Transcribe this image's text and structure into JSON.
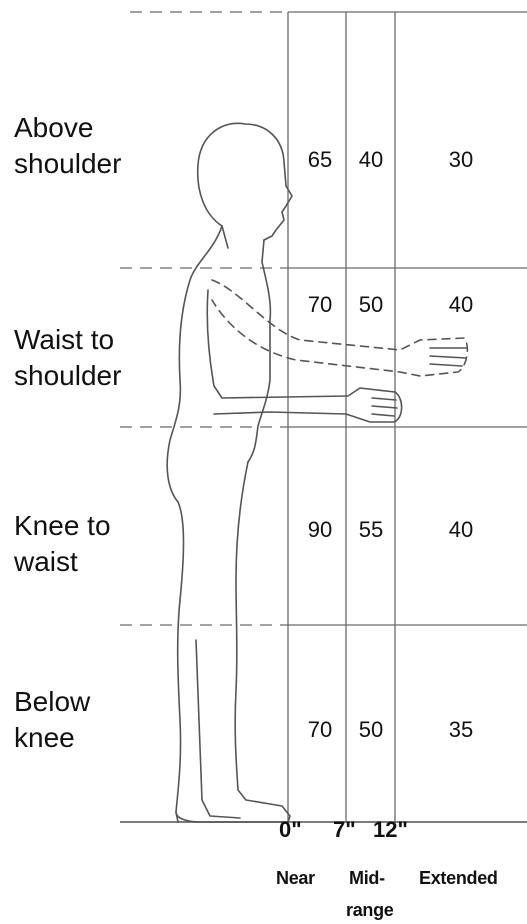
{
  "zones": [
    {
      "line1": "Above",
      "line2": "shoulder",
      "values": [
        "65",
        "40",
        "30"
      ]
    },
    {
      "line1": "Waist to",
      "line2": "shoulder",
      "values": [
        "70",
        "50",
        "40"
      ]
    },
    {
      "line1": "Knee to",
      "line2": "waist",
      "values": [
        "90",
        "55",
        "40"
      ]
    },
    {
      "line1": "Below",
      "line2": "knee",
      "values": [
        "70",
        "50",
        "35"
      ]
    }
  ],
  "distances": [
    "0\"",
    "7\"",
    "12\""
  ],
  "columns": {
    "near": "Near",
    "mid_line1": "Mid-",
    "mid_line2": "range",
    "extended": "Extended"
  },
  "colors": {
    "line": "#6a6a6a",
    "figure": "#555555",
    "text": "#111111"
  }
}
